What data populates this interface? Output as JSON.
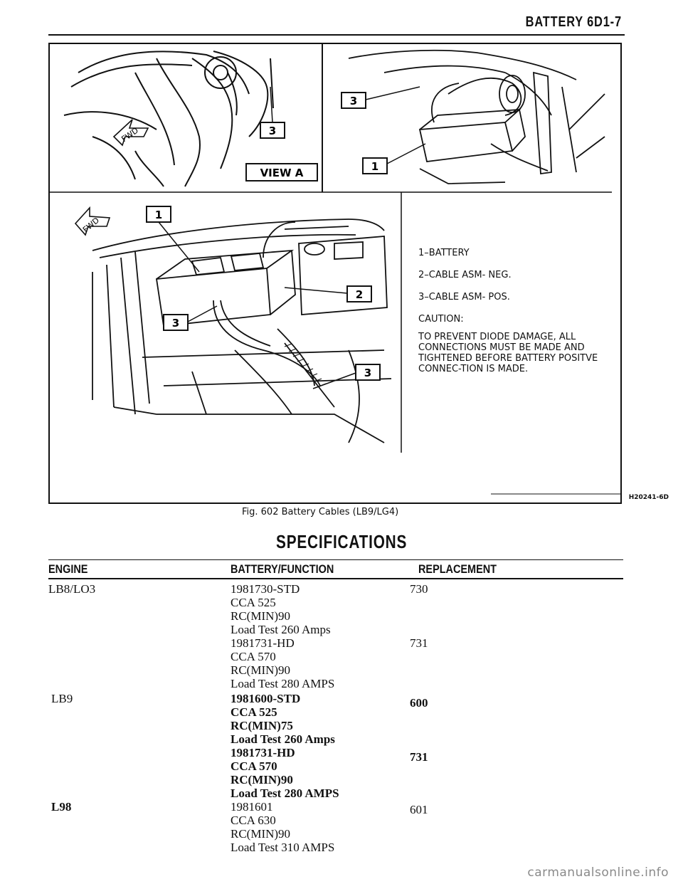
{
  "header": {
    "title": "BATTERY 6D1-7"
  },
  "figure": {
    "callouts": {
      "top_left": "3",
      "view_label": "VIEW A",
      "top_right_upper": "3",
      "top_right_lower": "1",
      "main_top": "1",
      "main_left": "3",
      "main_right_upper": "2",
      "main_right_lower": "3",
      "fwd": "FWD"
    },
    "legend": {
      "item1": "1–BATTERY",
      "item2": "2–CABLE ASM- NEG.",
      "item3": "3–CABLE ASM- POS.",
      "caution": "CAUTION:",
      "caution_text": "TO PREVENT DIODE DAMAGE, ALL CONNECTIONS MUST BE MADE AND TIGHTENED BEFORE BATTERY POSITVE CONNEC-TION IS MADE."
    },
    "code": "H20241-6D",
    "caption": "Fig. 602 Battery Cables (LB9/LG4)"
  },
  "specs": {
    "title": "SPECIFICATIONS",
    "headers": {
      "engine": "ENGINE",
      "function": "BATTERY/FUNCTION",
      "replacement": "REPLACEMENT"
    },
    "groups": [
      {
        "engine": "LB8/LO3",
        "rows": [
          {
            "text": "1981730-STD",
            "repl": "730"
          },
          {
            "text": "CCA 525",
            "repl": ""
          },
          {
            "text": "RC(MIN)90",
            "repl": ""
          },
          {
            "text": "Load Test 260 Amps",
            "repl": ""
          },
          {
            "text": "1981731-HD",
            "repl": "731"
          },
          {
            "text": "CCA 570",
            "repl": ""
          },
          {
            "text": "RC(MIN)90",
            "repl": ""
          },
          {
            "text": "Load Test 280 AMPS",
            "repl": ""
          }
        ]
      },
      {
        "engine": "LB9",
        "rows": [
          {
            "text": "1981600-STD",
            "repl": "600"
          },
          {
            "text": "CCA 525",
            "repl": ""
          },
          {
            "text": "RC(MIN)75",
            "repl": ""
          },
          {
            "text": "Load Test 260 Amps",
            "repl": ""
          },
          {
            "text": "1981731-HD",
            "repl": "731"
          },
          {
            "text": "CCA 570",
            "repl": ""
          },
          {
            "text": "RC(MIN)90",
            "repl": ""
          },
          {
            "text": "Load Test 280 AMPS",
            "repl": ""
          }
        ]
      },
      {
        "engine": "L98",
        "rows": [
          {
            "text": "1981601",
            "repl": "601"
          },
          {
            "text": "CCA 630",
            "repl": ""
          },
          {
            "text": "RC(MIN)90",
            "repl": ""
          },
          {
            "text": "Load Test 310 AMPS",
            "repl": ""
          }
        ]
      }
    ]
  },
  "watermark": "carmanualsonline.info"
}
